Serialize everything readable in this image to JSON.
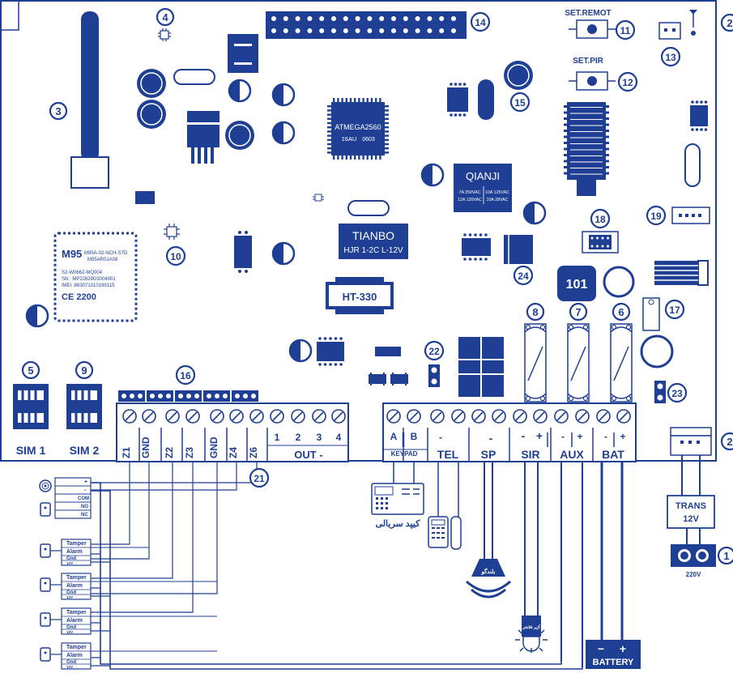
{
  "colors": {
    "blue": "#1f3f94",
    "white": "#ffffff"
  },
  "callouts": {
    "c1": "1",
    "c2": "2",
    "c3": "3",
    "c4": "4",
    "c5": "5",
    "c6": "6",
    "c7": "7",
    "c8": "8",
    "c9": "9",
    "c10": "10",
    "c11": "11",
    "c12": "12",
    "c13": "13",
    "c14": "14",
    "c15": "15",
    "c16": "16",
    "c17": "17",
    "c18": "18",
    "c19": "19",
    "c21": "21",
    "c22": "22",
    "c23": "23",
    "c24": "24",
    "c101": "101"
  },
  "buttons": {
    "set_remot": "SET.REMOT",
    "set_pir": "SET.PIR"
  },
  "chips": {
    "mcu_1": "ATMEGA2560",
    "mcu_2a": "16AU",
    "mcu_2b": "0603",
    "relay_brand": "QIANJI",
    "relay_spec_1a": "7A 250VAC",
    "relay_spec_1b": "10A 125VAC",
    "relay_spec_2a": "12A 120VAC",
    "relay_spec_2b": "10A  28VAC",
    "tianbo_1": "TIANBO",
    "tianbo_2": "HJR 1-2C L-12V",
    "ht330": "HT-330"
  },
  "gsm_module": {
    "model": "M95",
    "line_a": "M95A-02-NCH-STD",
    "line_b": "M95AR01A08",
    "line_c": "S2-W0662-MQ004",
    "line_d": "SN : MP22629D3004001",
    "line_e": "IMEI :863071010199115",
    "ce": "CE 2200"
  },
  "sim": {
    "sim1": "SIM 1",
    "sim2": "SIM 2"
  },
  "terminals": {
    "z1": "Z1",
    "gnd1": "GND",
    "z2": "Z2",
    "z3": "Z3",
    "gnd2": "GND",
    "z4": "Z4",
    "z6": "Z6",
    "out1": "1",
    "out2": "2",
    "out3": "3",
    "out4": "4",
    "out_label": "OUT -",
    "keypad_a": "A",
    "keypad_b": "B",
    "keypad": "KEYPAD",
    "tel": "TEL",
    "tel_minus": "-",
    "sp": "SP",
    "sp_minus": "-",
    "sir": "SIR",
    "sir_minus": "-",
    "sir_plus": "+",
    "aux": "AUX",
    "aux_minus": "-",
    "aux_plus": "+",
    "bat": "BAT",
    "bat_minus": "-",
    "bat_plus": "+"
  },
  "wiring": {
    "siren_plus": "+",
    "siren_minus": "-",
    "com": "COM",
    "no": "NO",
    "nc": "NC",
    "tamper": "Tamper",
    "alarm": "Alarm",
    "gnd": "Gnd",
    "v12": "12V"
  },
  "peripherals": {
    "keypad_fa": "کیپد سریالی",
    "speaker_fa": "بلندگو",
    "flasher_fa": "آژیر فلاشر",
    "battery": "BATTERY",
    "bat_minus": "−",
    "bat_plus": "+",
    "trans_1": "TRANS",
    "trans_2": "12V",
    "mains": "220V"
  }
}
